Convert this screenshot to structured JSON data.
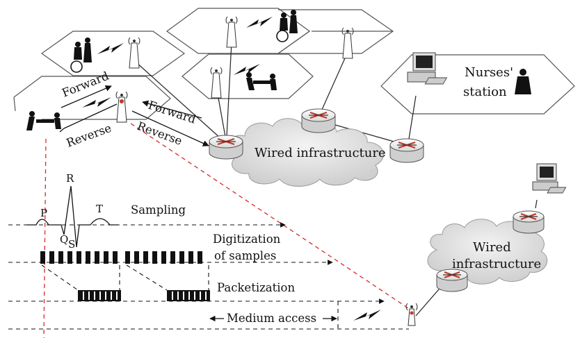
{
  "labels": {
    "forward_left": "Forward",
    "reverse_left": "Reverse",
    "forward_right": "Forward",
    "reverse_right": "Reverse",
    "nurses_station_line1": "Nurses'",
    "nurses_station_line2": "station",
    "wired_infra_main": "Wired infrastructure",
    "wired_infra_small_line1": "Wired",
    "wired_infra_small_line2": "infrastructure",
    "ecg_p": "P",
    "ecg_r": "R",
    "ecg_q": "Q",
    "ecg_s": "S",
    "ecg_t": "T",
    "sampling": "Sampling",
    "digitization_line1": "Digitization",
    "digitization_line2": "of samples",
    "packetization": "Packetization",
    "medium_access": "Medium access"
  }
}
